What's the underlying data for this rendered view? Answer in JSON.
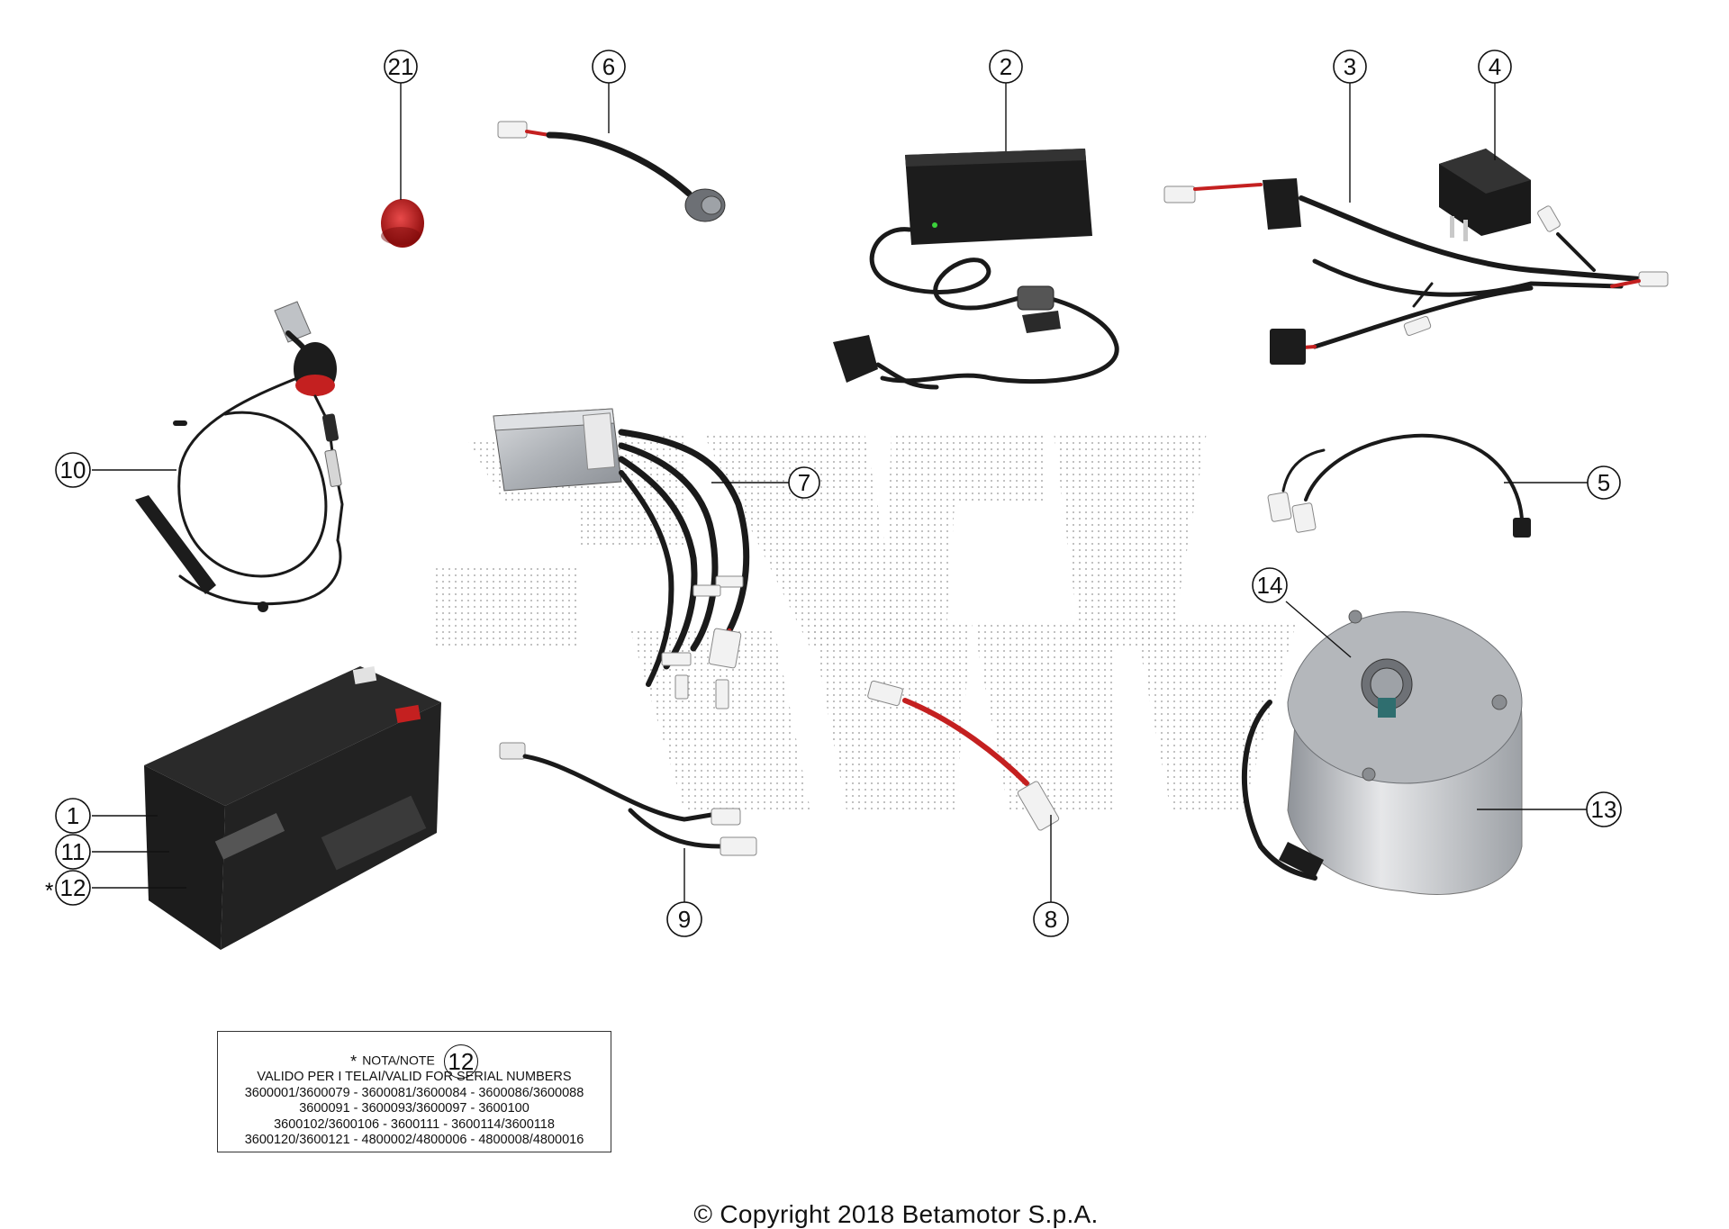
{
  "callouts": {
    "c21": "21",
    "c6": "6",
    "c2": "2",
    "c3": "3",
    "c4": "4",
    "c10": "10",
    "c7": "7",
    "c5": "5",
    "c14": "14",
    "c1": "1",
    "c11": "11",
    "c12": "12",
    "c13": "13",
    "c9": "9",
    "c8": "8"
  },
  "asterisk_marker": "*",
  "note": {
    "star": "*",
    "heading": "NOTA/NOTE",
    "ref": "12",
    "lines": [
      "VALIDO PER I TELAI/VALID FOR SERIAL NUMBERS",
      "3600001/3600079 - 3600081/3600084 - 3600086/3600088",
      "3600091 - 3600093/3600097 - 3600100",
      "3600102/3600106 - 3600111 - 3600114/3600118",
      "3600120/3600121 - 4800002/4800006 - 4800008/4800016"
    ]
  },
  "copyright": "© Copyright 2018 Betamotor S.p.A.",
  "colors": {
    "wire": "#1a1a1a",
    "accent_red": "#c42020",
    "metal": "#b9bcc0",
    "battery": "#1c1c1c"
  }
}
